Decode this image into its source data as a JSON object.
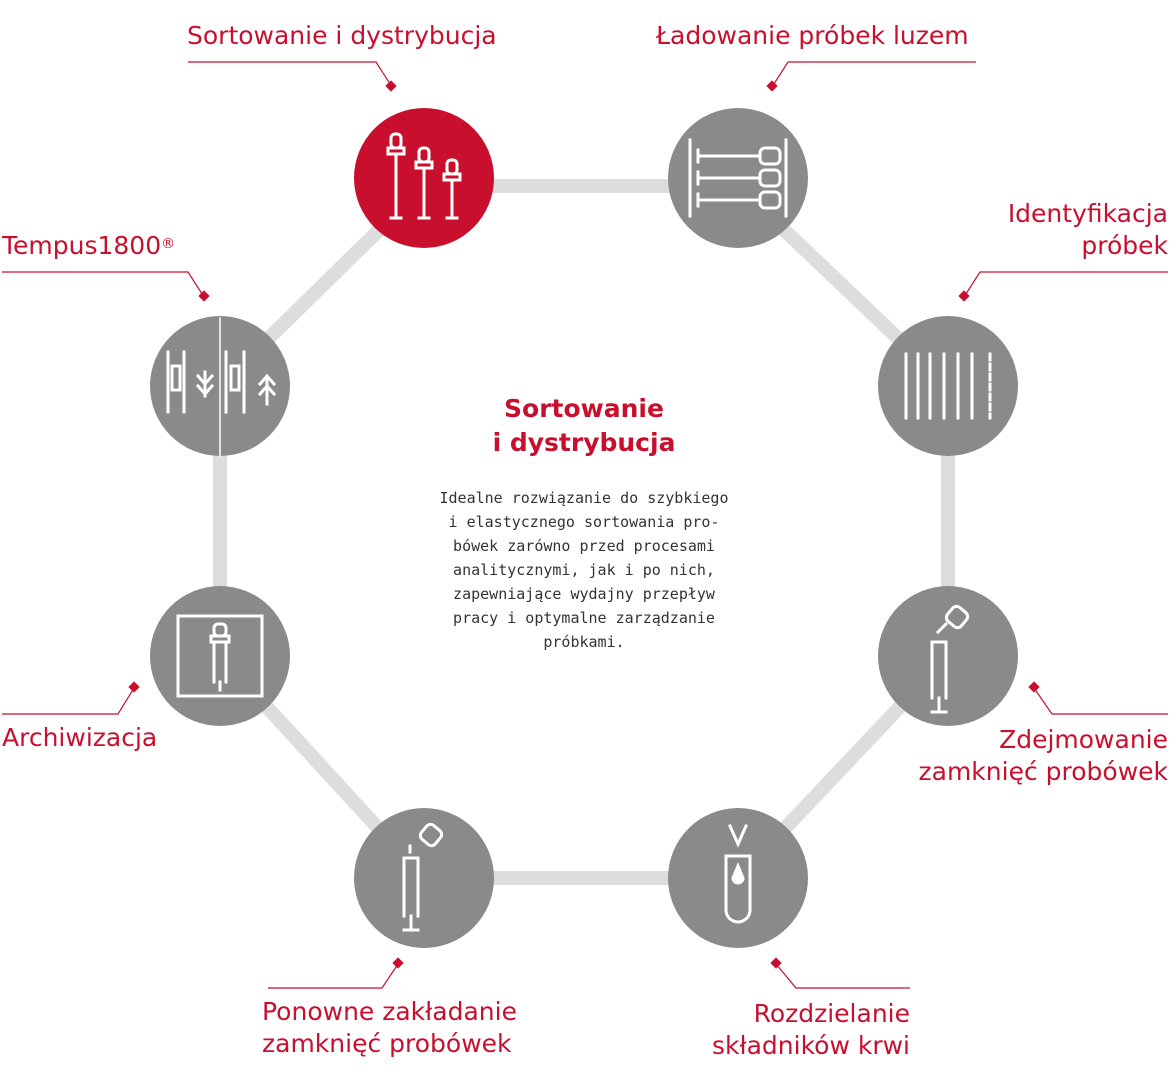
{
  "colors": {
    "accent": "#c8102e",
    "node": "#8a8a8a",
    "ring": "#dddddd",
    "text": "#333333"
  },
  "center": {
    "title_lines": [
      "Sortowanie",
      "i dystrybucja"
    ],
    "description_lines": [
      "Idealne rozwiązanie do szybkiego",
      "i elastycznego sortowania pro-",
      "bówek zarówno przed procesami",
      "analitycznymi, jak i po nich,",
      "zapewniające wydajny przepływ",
      "pracy i optymalne zarządzanie",
      "próbkami."
    ]
  },
  "nodes": [
    {
      "id": "sorting",
      "lines": [
        "Sortowanie i dystrybucja"
      ],
      "icon": "three-tubes-icon",
      "active": true
    },
    {
      "id": "bulk-loading",
      "lines": [
        "Ładowanie próbek luzem"
      ],
      "icon": "tube-rack-icon",
      "active": false
    },
    {
      "id": "identification",
      "lines": [
        "Identyfikacja",
        "próbek"
      ],
      "icon": "barcode-icon",
      "active": false
    },
    {
      "id": "decapping",
      "lines": [
        "Zdejmowanie",
        "zamknięć probówek"
      ],
      "icon": "decap-tube-icon",
      "active": false
    },
    {
      "id": "centrifugation",
      "lines": [
        "Rozdzielanie",
        "składników krwi"
      ],
      "icon": "blood-drop-tube-icon",
      "active": false
    },
    {
      "id": "recapping",
      "lines": [
        "Ponowne zakładanie",
        "zamknięć probówek"
      ],
      "icon": "recap-tube-icon",
      "active": false
    },
    {
      "id": "archiving",
      "lines": [
        "Archiwizacja"
      ],
      "icon": "archive-tube-icon",
      "active": false
    },
    {
      "id": "tempus",
      "lines": [
        "Tempus1800"
      ],
      "sup": "®",
      "icon": "tempus-transfer-icon",
      "active": false
    }
  ]
}
